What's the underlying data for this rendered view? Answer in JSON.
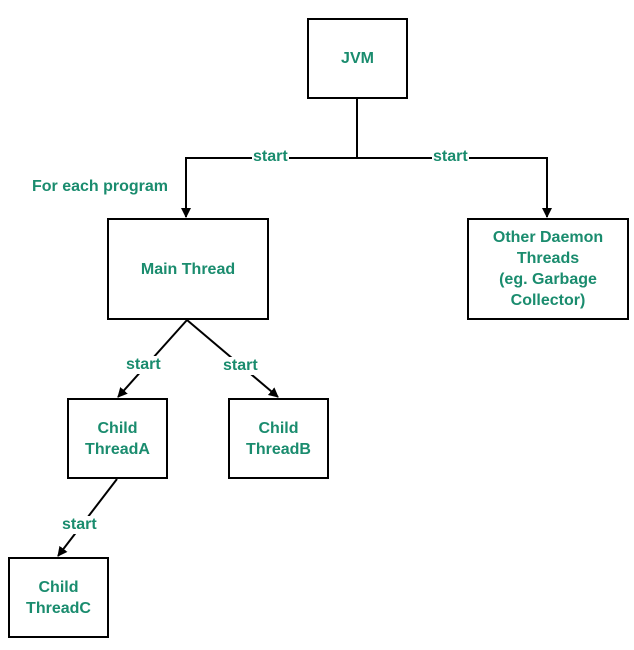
{
  "colors": {
    "text": "#1a8c6e",
    "line": "#000000",
    "box_border": "#000000",
    "background": "#ffffff"
  },
  "nodes": {
    "jvm": "JVM",
    "main_thread": "Main Thread",
    "other_daemon": "Other Daemon\nThreads\n(eg. Garbage\nCollector)",
    "child_a": "Child\nThreadA",
    "child_b": "Child\nThreadB",
    "child_c": "Child\nThreadC"
  },
  "edge_labels": {
    "jvm_to_main": "start",
    "jvm_to_daemon": "start",
    "main_to_a": "start",
    "main_to_b": "start",
    "a_to_c": "start"
  },
  "annotation": "For each program"
}
